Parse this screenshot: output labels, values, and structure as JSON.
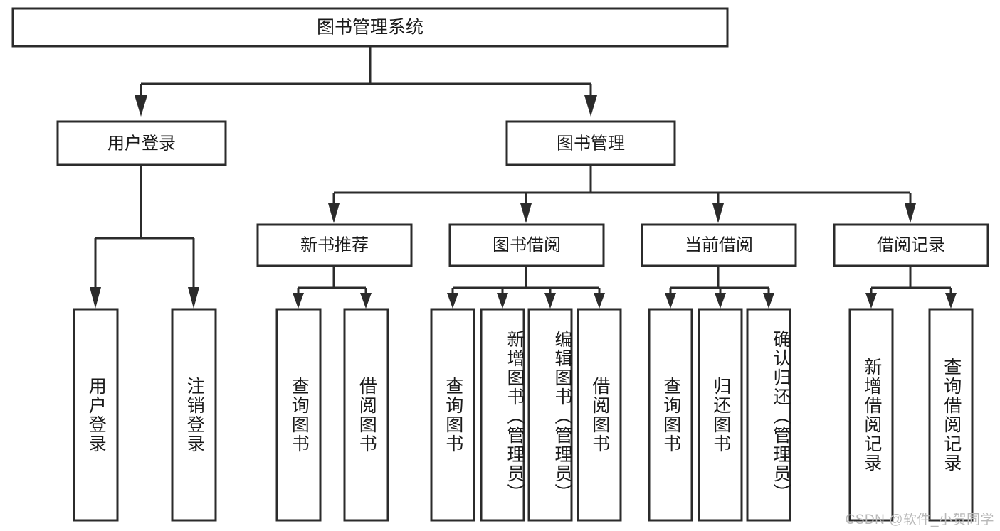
{
  "diagram": {
    "type": "tree-hierarchy-chart",
    "title": "图书管理系统",
    "root": {
      "id": "root",
      "label": "图书管理系统",
      "level": 1
    },
    "level2": [
      {
        "id": "user-login",
        "label": "用户登录"
      },
      {
        "id": "book-manage",
        "label": "图书管理"
      }
    ],
    "level3": [
      {
        "id": "new-book-rec",
        "label": "新书推荐",
        "parent": "book-manage"
      },
      {
        "id": "book-borrow",
        "label": "图书借阅",
        "parent": "book-manage"
      },
      {
        "id": "current-borrow",
        "label": "当前借阅",
        "parent": "book-manage"
      },
      {
        "id": "borrow-record",
        "label": "借阅记录",
        "parent": "book-manage"
      }
    ],
    "leaves": [
      {
        "id": "leaf-user-login",
        "label": "用户登录",
        "parent": "user-login"
      },
      {
        "id": "leaf-logout-login",
        "label": "注销登录",
        "parent": "user-login"
      },
      {
        "id": "leaf-query-book-1",
        "label": "查询图书",
        "parent": "new-book-rec"
      },
      {
        "id": "leaf-borrow-book-1",
        "label": "借阅图书",
        "parent": "new-book-rec"
      },
      {
        "id": "leaf-query-book-2",
        "label": "查询图书",
        "parent": "book-borrow"
      },
      {
        "id": "leaf-add-book",
        "label": "新增图书（管理员）",
        "parent": "book-borrow"
      },
      {
        "id": "leaf-edit-book",
        "label": "编辑图书（管理员）",
        "parent": "book-borrow"
      },
      {
        "id": "leaf-borrow-book-2",
        "label": "借阅图书",
        "parent": "book-borrow"
      },
      {
        "id": "leaf-query-book-3",
        "label": "查询图书",
        "parent": "current-borrow"
      },
      {
        "id": "leaf-return-book",
        "label": "归还图书",
        "parent": "current-borrow"
      },
      {
        "id": "leaf-confirm-return",
        "label": "确认归还（管理员）",
        "parent": "current-borrow"
      },
      {
        "id": "leaf-add-record",
        "label": "新增借阅记录",
        "parent": "borrow-record"
      },
      {
        "id": "leaf-query-record",
        "label": "查询借阅记录",
        "parent": "borrow-record"
      }
    ],
    "colors": {
      "stroke": "#2b2b2b",
      "fill": "#ffffff",
      "text": "#1a1a1a",
      "watermark": "#b9b9b9"
    }
  },
  "watermark": {
    "text": "CSDN @软件_小贺同学"
  }
}
